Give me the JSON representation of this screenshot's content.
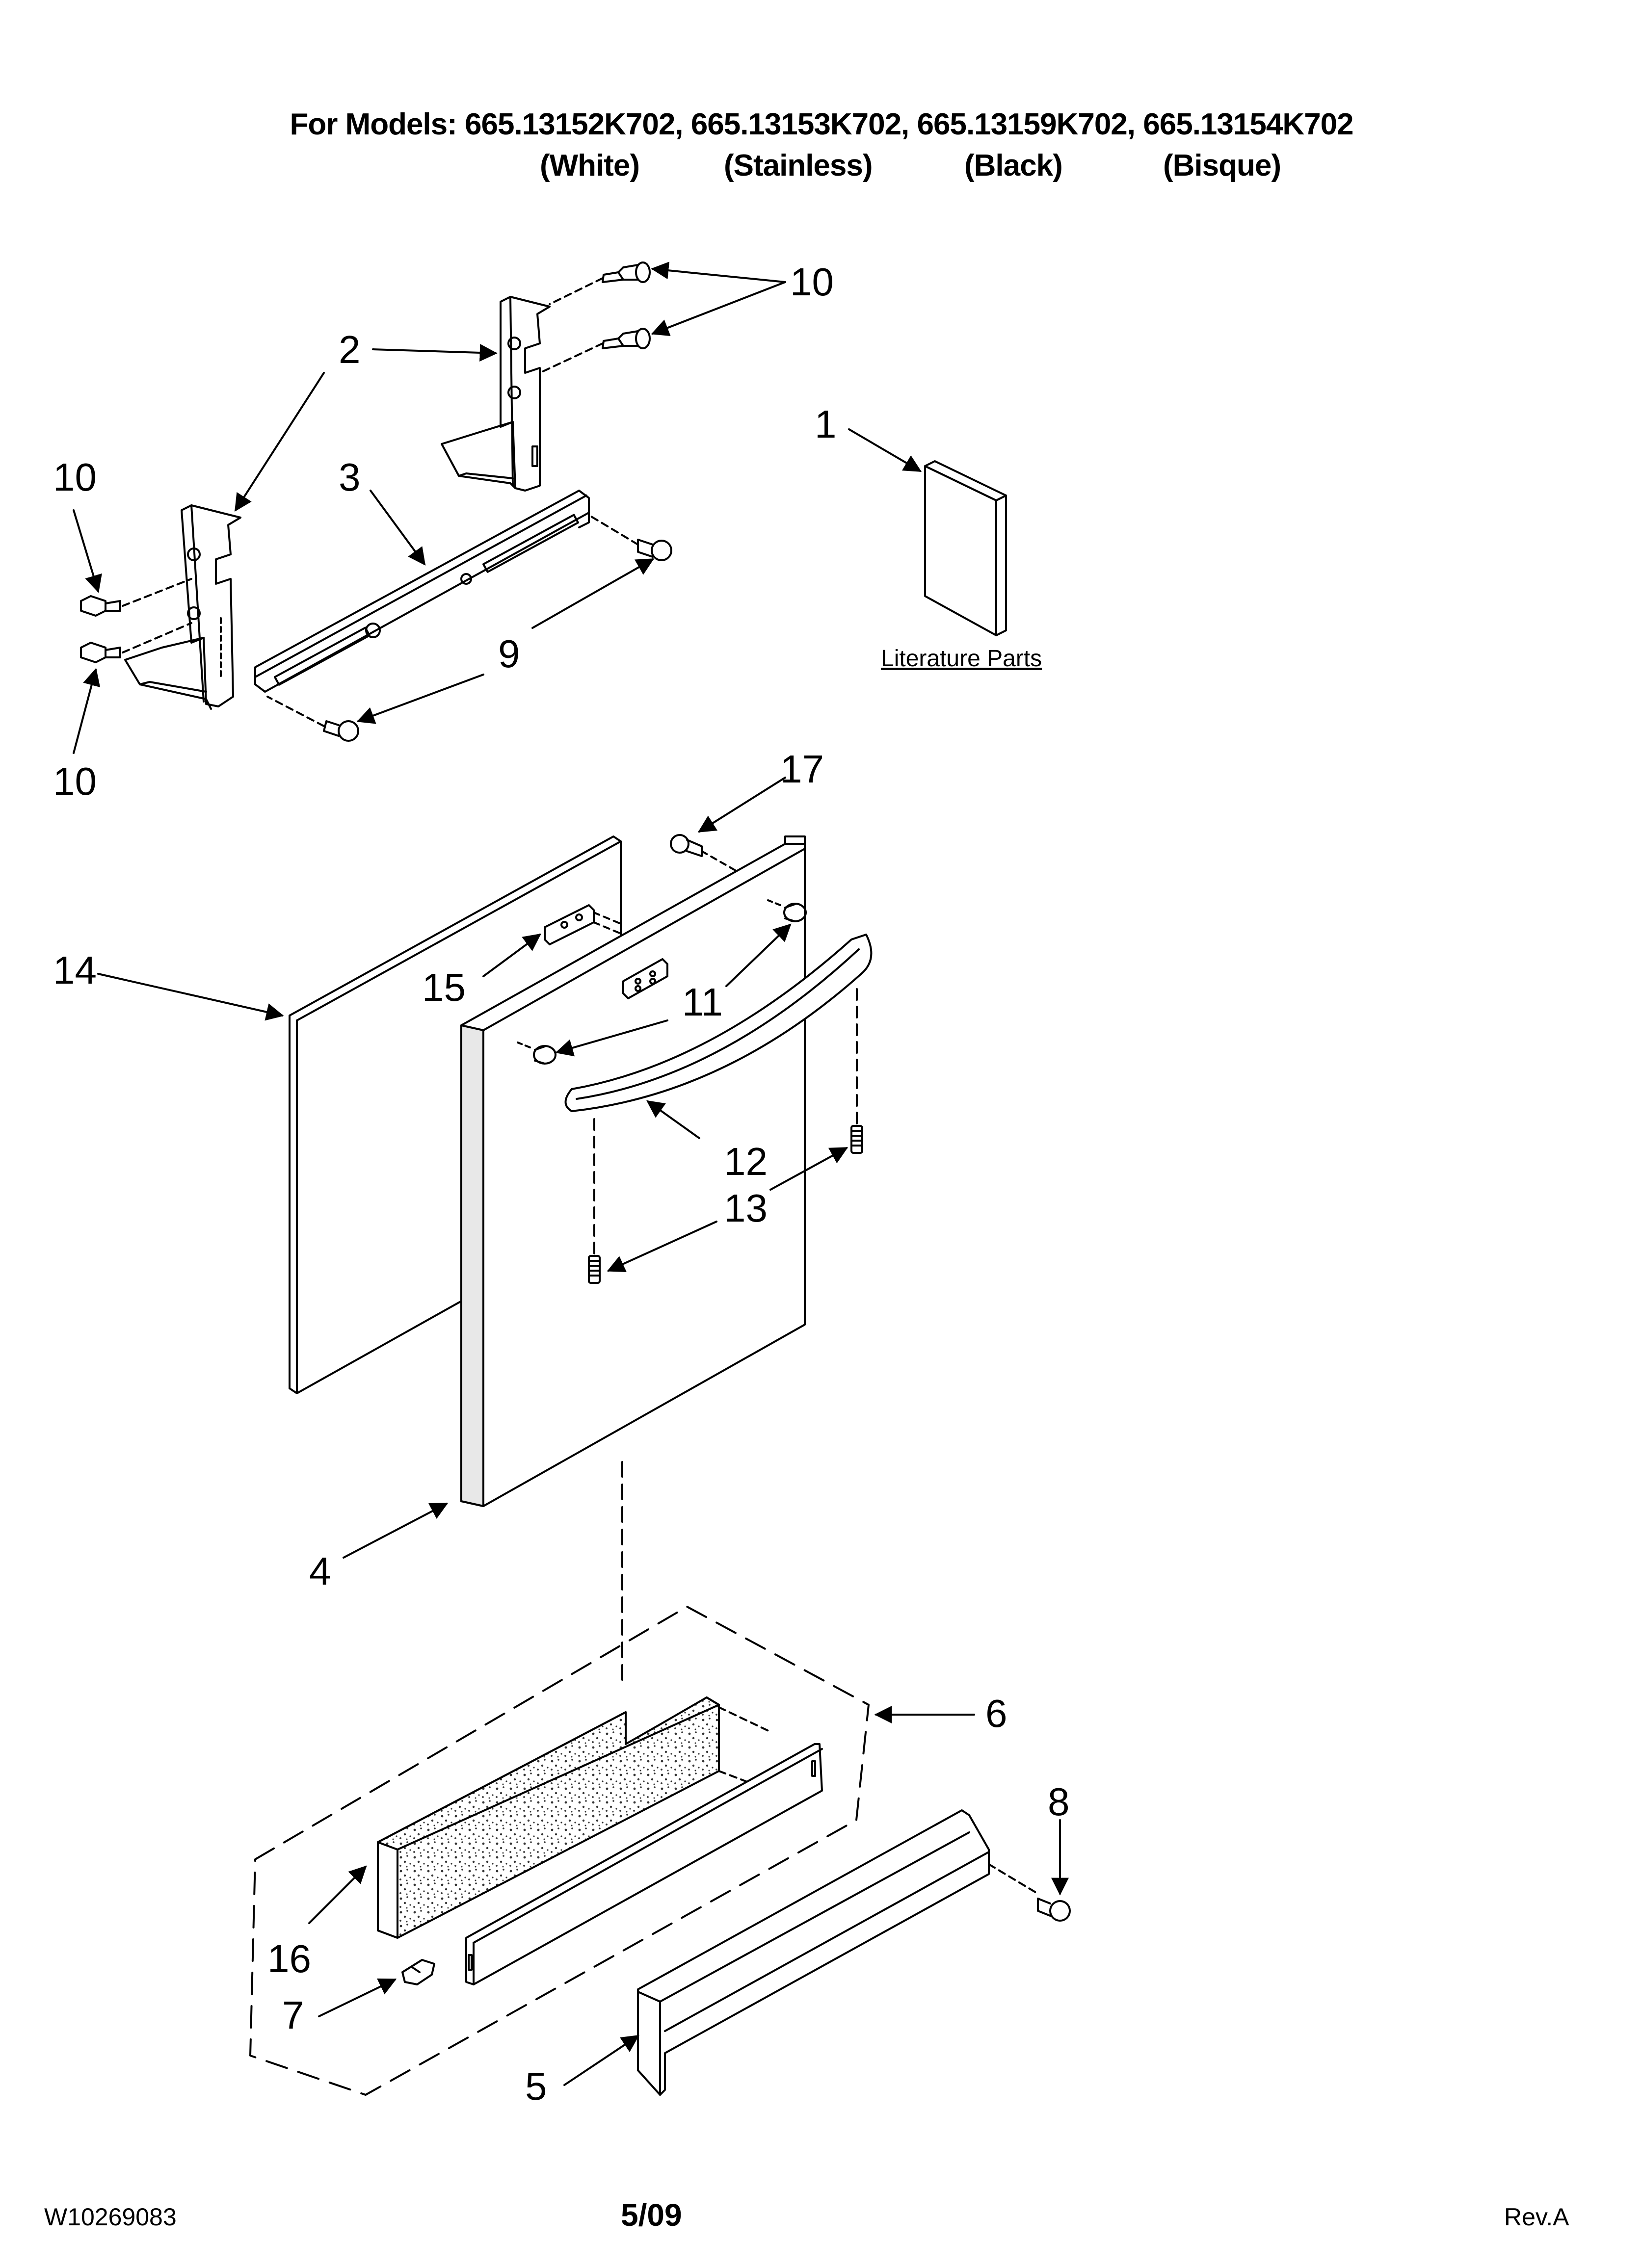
{
  "header": {
    "title": "For Models: 665.13152K702, 665.13153K702, 665.13159K702, 665.13154K702",
    "finishes": [
      "(White)",
      "(Stainless)",
      "(Black)",
      "(Bisque)"
    ]
  },
  "callouts": {
    "c1": "1",
    "c2": "2",
    "c3": "3",
    "c4": "4",
    "c5": "5",
    "c6": "6",
    "c7": "7",
    "c8": "8",
    "c9": "9",
    "c10a": "10",
    "c10b": "10",
    "c10c": "10",
    "c11": "11",
    "c12": "12",
    "c13": "13",
    "c14": "14",
    "c15": "15",
    "c16": "16",
    "c17": "17"
  },
  "literature_label": "Literature Parts",
  "footer": {
    "doc_number": "W10269083",
    "page": "5/09",
    "revision": "Rev.A"
  },
  "colors": {
    "line": "#000000",
    "panel_shade": "#e8e8e8",
    "foam_dots": "#333333"
  }
}
